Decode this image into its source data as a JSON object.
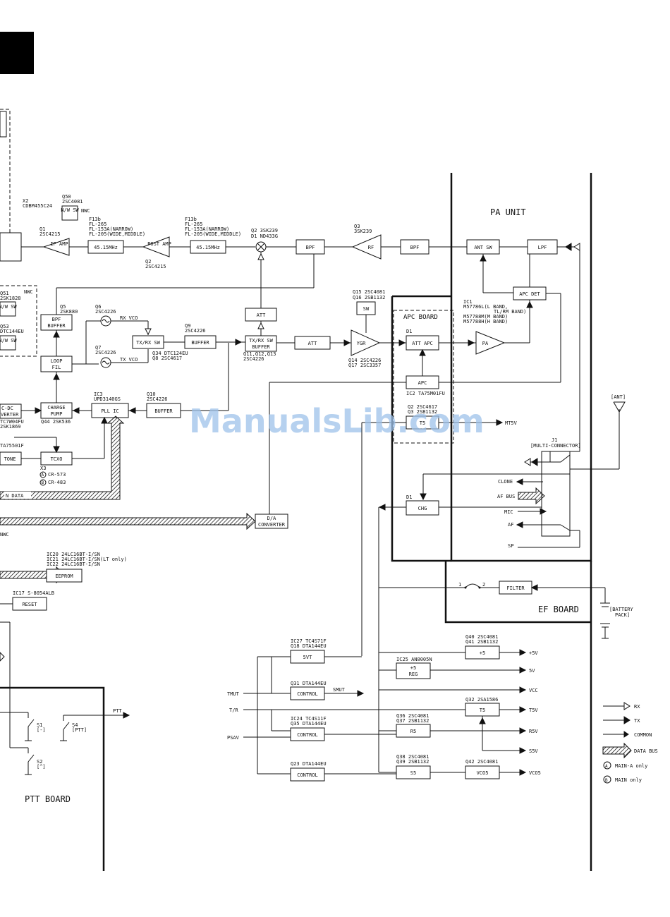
{
  "watermark": "ManualsLib.com",
  "boards": {
    "pa_unit": "PA UNIT",
    "apc_board": "APC BOARD",
    "ef_board": "EF BOARD",
    "ptt_board": "PTT BOARD"
  },
  "blocks": {
    "if_amp": "IF AMP",
    "filter1": "45.15MHz",
    "post_amp": "POST AMP",
    "filter2": "45.15MHz",
    "bpf1": "BPF",
    "rf": "RF",
    "bpf2": "BPF",
    "ant_sw": "ANT SW",
    "lpf": "LPF",
    "apc_det": "APC DET",
    "sw1": "SW",
    "ygr": "YGR",
    "att_apc": "ATT APC",
    "pa": "PA",
    "apc": "APC",
    "t5": "T5",
    "att1": "ATT",
    "txrx_sw_buffer": "TX/RX SW BUFFER",
    "att2": "ATT",
    "bpf_buffer": "BPF BUFFER",
    "loop_fil": "LOOP FIL",
    "txrx_sw": "TX/RX SW",
    "buffer1": "BUFFER",
    "charge_pump": "CHARGE PUMP",
    "pll_ic": "PLL IC",
    "buffer2": "BUFFER",
    "dc_converter": "DC-DC CONVERTER",
    "tone": "TONE",
    "tcxo": "TCXO",
    "da_converter": "D/A CONVERTER",
    "chg": "CHG",
    "eeprom": "EEPROM",
    "reset": "RESET",
    "filter3": "FILTER",
    "svt": "5VT",
    "control1": "CONTROL",
    "control2": "CONTROL",
    "control3": "CONTROL",
    "plus5": "+5",
    "reg": "+5 REG",
    "t5b": "T5",
    "r5": "R5",
    "s5": "S5",
    "vco5": "VCO5",
    "nw_sw1": "N/W SW",
    "nw_sw2": "N/W SW",
    "nw_sw3": "N/W SW"
  },
  "labels": {
    "x2": "X2",
    "x2_part": "CDBM455C24",
    "q50a": "Q50",
    "q50b": "2SC4081",
    "nwc1": "NWC",
    "nwc2": "NWC",
    "q1a": "Q1",
    "q1b": "2SC4215",
    "f13b_1": "F13b",
    "f13b_1a": "FL-265",
    "f13b_1b": "FL-153A(NARROW)",
    "f13b_1c": "FL-205(WIDE,MIDDLE)",
    "f13b_2": "F13b",
    "f13b_2a": "FL-265",
    "f13b_2b": "FL-153A(NARROW)",
    "f13b_2c": "FL-205(WIDE,MIDDLE)",
    "q2a": "Q2",
    "q2b": "2SC4215",
    "q2mix": "Q2 3SK239",
    "d1mix": "D1 ND433G",
    "q3a": "Q3",
    "q3b": "3SK239",
    "q15": "Q15 2SC4081",
    "q16": "Q16 2SB1132",
    "q51": "Q51",
    "q51b": "2SK1828",
    "q53": "Q53",
    "q53b": "DTC144EU",
    "q5a": "Q5",
    "q5b": "2SK880",
    "q6a": "Q6",
    "q6b": "2SC4226",
    "rx_vco": "RX VCO",
    "q7a": "Q7",
    "q7b": "2SC4226",
    "tx_vco": "TX VCO",
    "q34": "Q34 DTC124EU",
    "q8": "Q8 2SC4617",
    "q9a": "Q9",
    "q9b": "2SC4226",
    "q11": "Q11,Q12,Q13",
    "q11b": "2SC4226",
    "q14": "Q14 2SC4226",
    "q17": "Q17 2SC3357",
    "d1apc": "D1",
    "ic1a": "IC1",
    "ic1b": "M57786L(L BAND,",
    "ic1c": "TL/RM BAND)",
    "ic1d": "M57788M(M BAND)",
    "ic1e": "M57788H(H BAND)",
    "ic2": "IC2 TA75M01FU",
    "q2apc": "Q2 2SC4617",
    "q3apc": "Q3 2SB1132",
    "mt5v": "MT5V",
    "ic3a": "IC3",
    "ic3b": "UPD3140GS",
    "q10a": "Q10",
    "q10b": "2SC4226",
    "q44": "Q44 2SK536",
    "tc7": "TC7W04FU",
    "sk1": "2SK1869",
    "ta7": "TA75501F",
    "x3": "X3",
    "x3a": "CR-573",
    "x3b": "CR-483",
    "ndata": "N DATA",
    "nwc3": "NWC",
    "ant": "[ANT]",
    "j1a": "J1",
    "j1b": "[MULTI-CONNECTOR]",
    "clone": "CLONE",
    "af_bus": "AF BUS",
    "mic": "MIC",
    "af": "AF",
    "sp": "SP",
    "d1chg": "D1",
    "ic20": "IC20 24LC16BT-I/SN",
    "ic21": "IC21 24LC16BT-I/SN(LT only)",
    "ic22": "IC22 24LC16BT-I/SN",
    "ic17": "IC17 S-8054ALB",
    "battery": "[BATTERY PACK]",
    "fuse1": "1",
    "fuse2": "2",
    "ic27": "IC27 TC4S71F",
    "q18": "Q18 DTA144EU",
    "q40": "Q40 2SC4081",
    "q41": "Q41 2SB1132",
    "plus5v": "+5V",
    "ic25": "IC25 AN8005N",
    "v5": "5V",
    "q31": "Q31 DTA144EU",
    "smut": "SMUT",
    "vcc": "VCC",
    "tmut": "TMUT",
    "q32": "Q32 2SA1586",
    "tr": "T/R",
    "t5v": "T5V",
    "ic24": "IC24 TC4S11F",
    "q35": "Q35 DTA144EU",
    "q36": "Q36 2SC4081",
    "q37": "Q37 2SB1132",
    "r5v": "R5V",
    "psav": "PSAV",
    "s5v": "S5V",
    "q23": "Q23 DTA144EU",
    "q38": "Q38 2SC4081",
    "q39": "Q39 2SB1132",
    "q42": "Q42 2SC4081",
    "vco5v": "VCO5",
    "ptt": "PTT",
    "s1": "S1",
    "s1b": "[-]",
    "s4": "S4",
    "s4b": "[PTT]",
    "s2": "S2",
    "s2b": "[^]",
    "circle_a": "A",
    "circle_b": "B"
  },
  "legend": {
    "rx": "RX",
    "tx": "TX",
    "common": "COMMON",
    "data_bus": "DATA BUS",
    "main_a": "MAIN-A only",
    "main_b": "MAIN only"
  }
}
